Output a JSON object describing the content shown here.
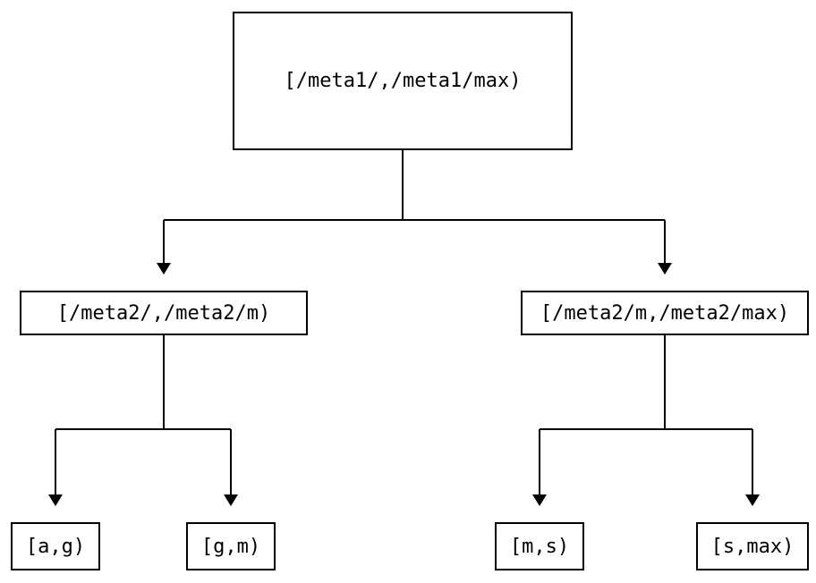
{
  "diagram": {
    "type": "tree",
    "background_color": "#ffffff",
    "line_color": "#000000",
    "node_border_color": "#000000",
    "text_color": "#000000",
    "nodes": {
      "root": {
        "label": "[/meta1/,/meta1/max)"
      },
      "left": {
        "label": "[/meta2/,/meta2/m)"
      },
      "right": {
        "label": "[/meta2/m,/meta2/max)"
      },
      "leaf_ag": {
        "label": "[a,g)"
      },
      "leaf_gm": {
        "label": "[g,m)"
      },
      "leaf_ms": {
        "label": "[m,s)"
      },
      "leaf_smax": {
        "label": "[s,max)"
      }
    },
    "edges": [
      {
        "from": "root",
        "to": "left"
      },
      {
        "from": "root",
        "to": "right"
      },
      {
        "from": "left",
        "to": "leaf_ag"
      },
      {
        "from": "left",
        "to": "leaf_gm"
      },
      {
        "from": "right",
        "to": "leaf_ms"
      },
      {
        "from": "right",
        "to": "leaf_smax"
      }
    ]
  }
}
